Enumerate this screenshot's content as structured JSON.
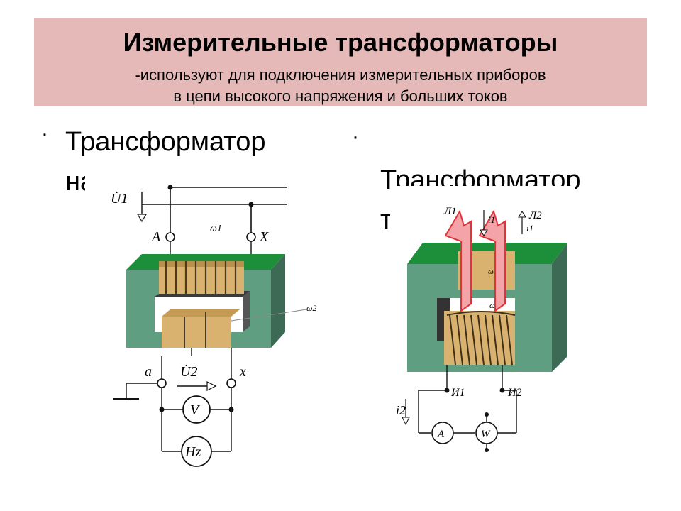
{
  "slide": {
    "title": "Измерительные трансформаторы",
    "subtitle_line1": "-используют для подключения измерительных приборов",
    "subtitle_line2": "в цепи высокого напряжения и больших токов",
    "bullet_char": "·"
  },
  "bullets": [
    {
      "line1": "Трансформатор",
      "line2": "напряжения"
    },
    {
      "line1": "Трансформатор",
      "line2": "тока"
    }
  ],
  "voltage_diagram": {
    "labels": {
      "U1": "U̇1",
      "A": "A",
      "X": "X",
      "w1": "ω1",
      "w2": "ω2",
      "a": "a",
      "x": "x",
      "U2": "U̇2",
      "V": "V",
      "Hz": "Hz"
    }
  },
  "current_diagram": {
    "labels": {
      "L1": "Л1",
      "L2": "Л2",
      "i1a": "i1",
      "i1b": "i1",
      "w1": "ω1",
      "w2": "ω2",
      "I1": "И1",
      "I2": "И2",
      "i2": "i2",
      "A": "A",
      "W": "W"
    }
  },
  "colors": {
    "title_band": "#e6b9b9",
    "core": "#5f9e80",
    "core_top": "#1d8f3a",
    "core_dark": "#3c6a55",
    "winding": "#d9b26f",
    "bus_bar": "#f4a3a8",
    "bus_bar_edge": "#e0323a"
  }
}
